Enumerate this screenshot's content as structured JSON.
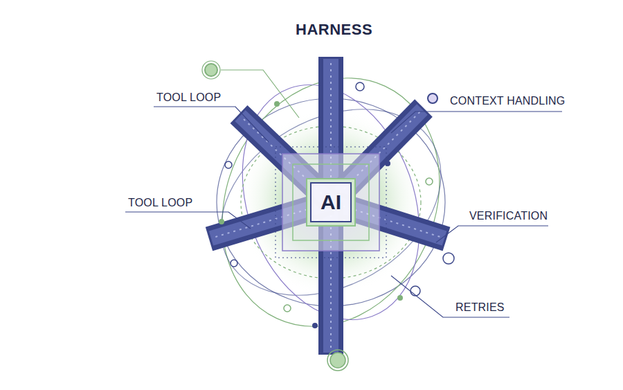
{
  "diagram": {
    "title": "HARNESS",
    "nodes": [
      {
        "text": [
          "AI"
        ]
      }
    ],
    "labels": [
      "TOOL LOOP",
      "CONTEXT HANDLING",
      "TOOL LOOP",
      "VERIFICATION",
      "RETRIES"
    ]
  }
}
